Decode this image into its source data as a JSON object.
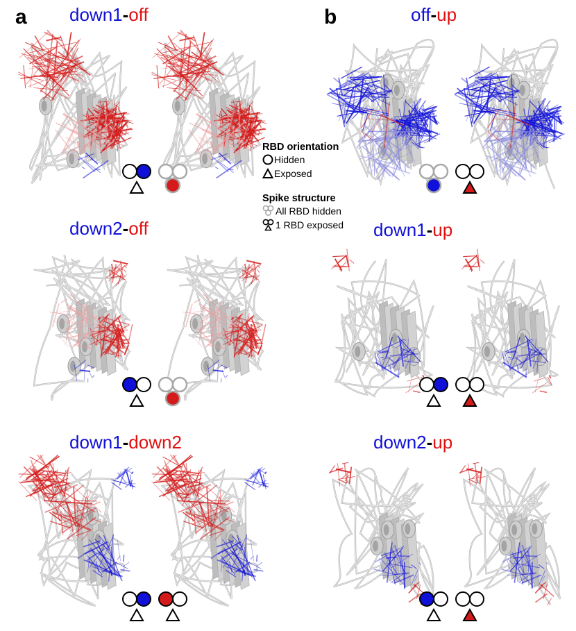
{
  "panels": {
    "a": "a",
    "b": "b"
  },
  "titles": [
    {
      "blue": "down1",
      "dash": "-",
      "red": "off"
    },
    {
      "blue": "off",
      "dash": "-",
      "red": "up"
    },
    {
      "blue": "down2",
      "dash": "-",
      "red": "off"
    },
    {
      "blue": "down1",
      "dash": "-",
      "red": "up"
    },
    {
      "blue": "down1",
      "dash": "-",
      "red": "down2"
    },
    {
      "blue": "down2",
      "dash": "-",
      "red": "up"
    }
  ],
  "legend": {
    "orientation_title": "RBD orientation",
    "hidden": "Hidden",
    "exposed": "Exposed",
    "spike_title": "Spike structure",
    "all_hidden": "All RBD hidden",
    "one_exposed": "1 RBD exposed"
  },
  "colors": {
    "blue": "#1010d8",
    "red": "#d41a1a",
    "ribbon": "#c8c8c8",
    "symbol_gray": "#a8a8a8"
  }
}
